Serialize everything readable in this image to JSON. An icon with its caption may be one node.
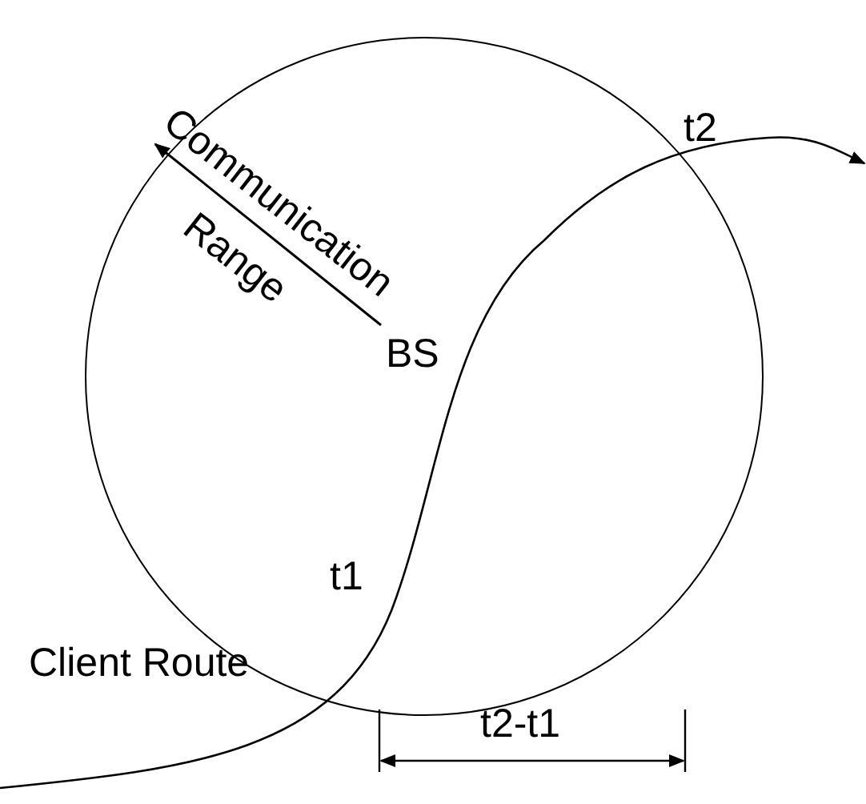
{
  "diagram": {
    "nodes": [
      {
        "text": [
          "BS"
        ]
      }
    ],
    "labels": [
      "Communication Range",
      "t2",
      "t1",
      "Client Route",
      "t2-t1"
    ]
  }
}
